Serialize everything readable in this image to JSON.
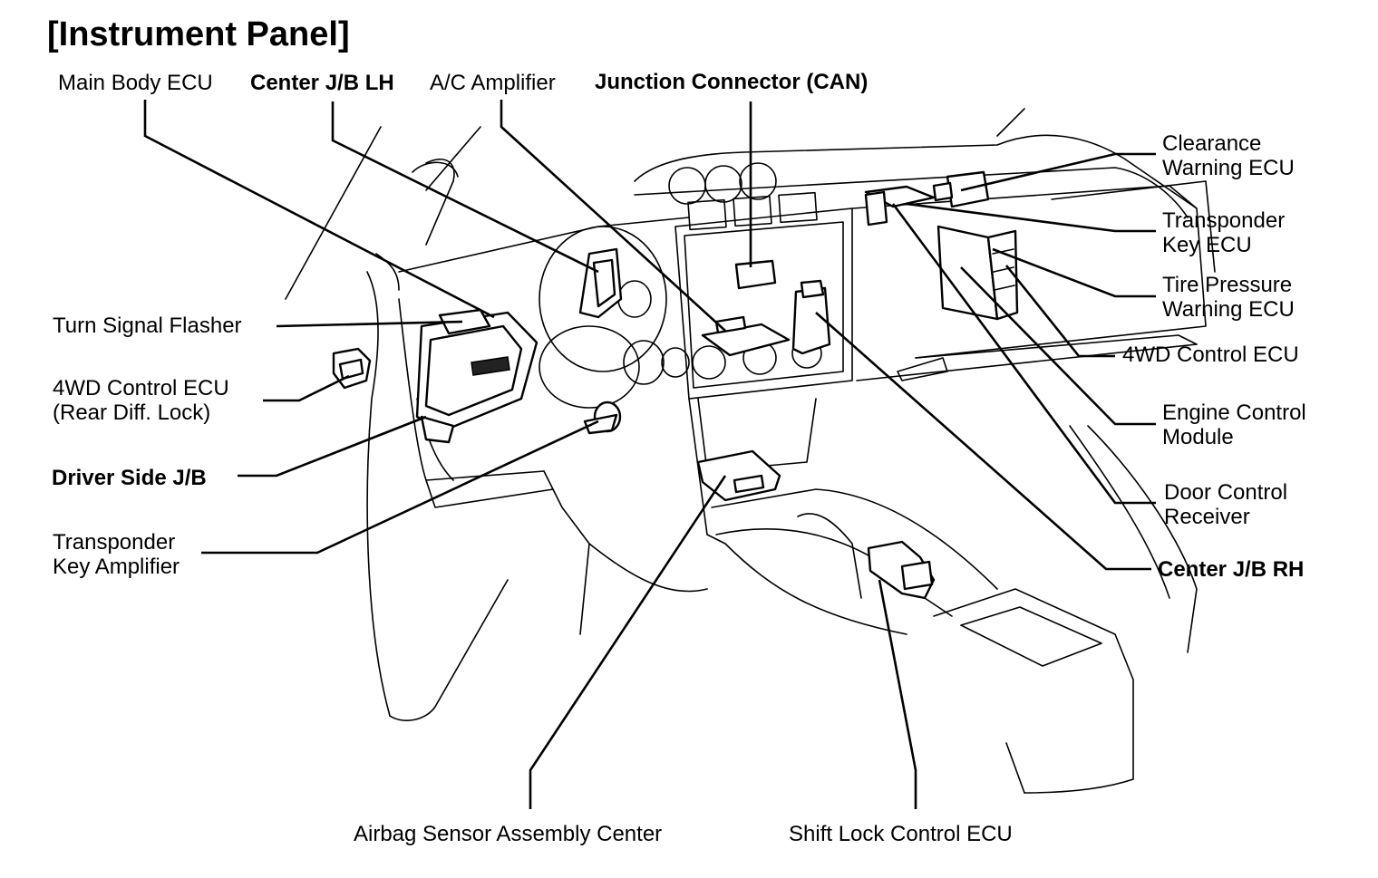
{
  "title": "[Instrument Panel]",
  "labels": {
    "main_body_ecu": "Main Body ECU",
    "center_jb_lh": "Center J/B LH",
    "ac_amplifier": "A/C Amplifier",
    "junction_connector_can": "Junction Connector (CAN)",
    "clearance_warning_ecu": "Clearance\nWarning ECU",
    "transponder_key_ecu": "Transponder\nKey ECU",
    "tire_pressure_warning_ecu": "Tire Pressure\nWarning ECU",
    "fourwd_control_ecu_right": "4WD Control ECU",
    "engine_control_module": "Engine Control\nModule",
    "door_control_receiver": "Door Control\nReceiver",
    "center_jb_rh": "Center J/B RH",
    "turn_signal_flasher": "Turn Signal Flasher",
    "fourwd_control_ecu_rear": "4WD Control ECU\n(Rear Diff. Lock)",
    "driver_side_jb": "Driver Side J/B",
    "transponder_key_amplifier": "Transponder\nKey Amplifier",
    "airbag_sensor_assembly_center": "Airbag Sensor Assembly Center",
    "shift_lock_control_ecu": "Shift Lock Control ECU"
  }
}
